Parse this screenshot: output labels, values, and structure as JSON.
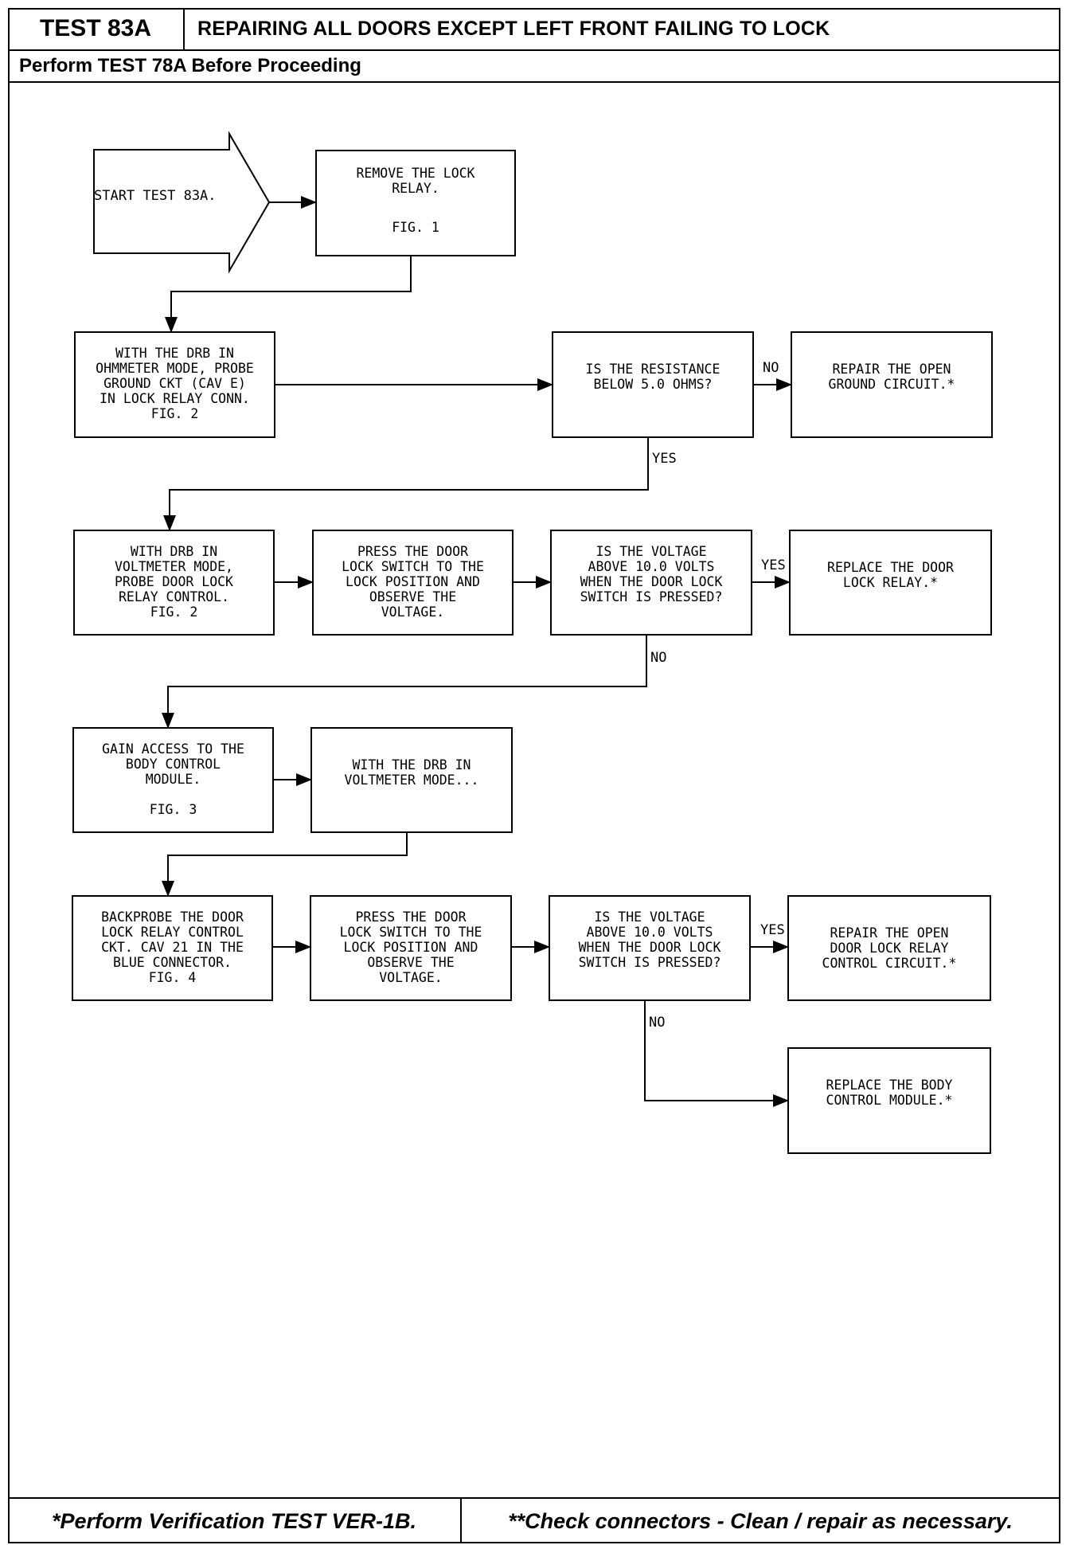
{
  "header": {
    "test_id": "TEST 83A",
    "title": "REPAIRING ALL DOORS EXCEPT LEFT FRONT FAILING TO LOCK",
    "prerequisite": "Perform TEST 78A Before Proceeding"
  },
  "flowchart": {
    "start": "START TEST 83A.",
    "remove_relay": {
      "lines": [
        "REMOVE THE LOCK",
        "RELAY."
      ],
      "fig": "FIG. 1"
    },
    "ohmmeter_probe": {
      "lines": [
        "WITH THE DRB IN",
        "OHMMETER MODE, PROBE",
        "GROUND CKT (CAV E)",
        "IN LOCK RELAY CONN."
      ],
      "fig": "FIG. 2"
    },
    "resistance_question": {
      "lines": [
        "IS THE RESISTANCE",
        "BELOW 5.0 OHMS?"
      ]
    },
    "repair_ground": {
      "lines": [
        "REPAIR THE OPEN",
        "GROUND CIRCUIT.*"
      ]
    },
    "voltmeter_probe": {
      "lines": [
        "WITH DRB IN",
        "VOLTMETER MODE,",
        "PROBE DOOR LOCK",
        "RELAY CONTROL."
      ],
      "fig": "FIG. 2"
    },
    "press_switch_1": {
      "lines": [
        "PRESS THE DOOR",
        "LOCK SWITCH TO THE",
        "LOCK POSITION AND",
        "OBSERVE THE",
        "VOLTAGE."
      ]
    },
    "voltage_question_1": {
      "lines": [
        "IS THE VOLTAGE",
        "ABOVE 10.0 VOLTS",
        "WHEN THE DOOR LOCK",
        "SWITCH IS PRESSED?"
      ]
    },
    "replace_relay": {
      "lines": [
        "REPLACE THE DOOR",
        "LOCK RELAY.*"
      ]
    },
    "gain_access": {
      "lines": [
        "GAIN ACCESS TO THE",
        "BODY CONTROL",
        "MODULE."
      ],
      "fig": "FIG. 3"
    },
    "drb_voltmeter": {
      "lines": [
        "WITH THE DRB IN",
        "VOLTMETER MODE..."
      ]
    },
    "backprobe": {
      "lines": [
        "BACKPROBE THE DOOR",
        "LOCK RELAY CONTROL",
        "CKT. CAV 21 IN THE",
        "BLUE CONNECTOR."
      ],
      "fig": "FIG. 4"
    },
    "press_switch_2": {
      "lines": [
        "PRESS THE DOOR",
        "LOCK SWITCH TO THE",
        "LOCK POSITION AND",
        "OBSERVE THE",
        "VOLTAGE."
      ]
    },
    "voltage_question_2": {
      "lines": [
        "IS THE VOLTAGE",
        "ABOVE 10.0 VOLTS",
        "WHEN THE DOOR LOCK",
        "SWITCH IS PRESSED?"
      ]
    },
    "repair_control_circuit": {
      "lines": [
        "REPAIR THE OPEN",
        "DOOR LOCK RELAY",
        "CONTROL CIRCUIT.*"
      ]
    },
    "replace_bcm": {
      "lines": [
        "REPLACE THE BODY",
        "CONTROL MODULE.*"
      ]
    },
    "labels": {
      "no_1": "NO",
      "yes_1": "YES",
      "yes_2": "YES",
      "no_2": "NO",
      "yes_3": "YES",
      "no_3": "NO"
    }
  },
  "footer": {
    "left": "*Perform Verification TEST VER-1B.",
    "right": "**Check connectors - Clean / repair as necessary."
  }
}
